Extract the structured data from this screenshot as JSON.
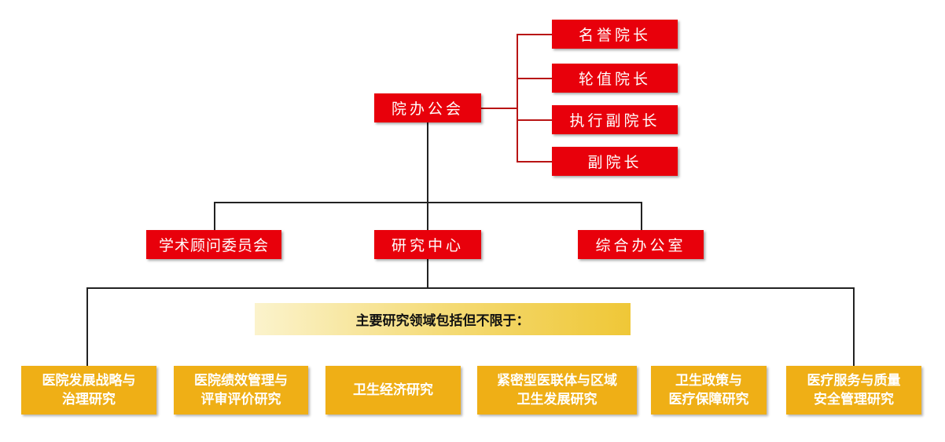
{
  "top": {
    "label": "院办公会"
  },
  "leadership": [
    {
      "label": "名誉院长"
    },
    {
      "label": "轮值院长"
    },
    {
      "label": "执行副院长"
    },
    {
      "label": "副院长"
    }
  ],
  "units": [
    {
      "label": "学术顾问委员会"
    },
    {
      "label": "研究中心"
    },
    {
      "label": "综合办公室"
    }
  ],
  "banner": {
    "label": "主要研究领域包括但不限于："
  },
  "areas": [
    {
      "label": "医院发展战略与\n治理研究"
    },
    {
      "label": "医院绩效管理与\n评审评价研究"
    },
    {
      "label": "卫生经济研究"
    },
    {
      "label": "紧密型医联体与区域\n卫生发展研究"
    },
    {
      "label": "卫生政策与\n医疗保障研究"
    },
    {
      "label": "医疗服务与质量\n安全管理研究"
    }
  ],
  "colors": {
    "red_box": "#e8000b",
    "gold_box": "#efaf16",
    "red_line": "#b81414"
  }
}
